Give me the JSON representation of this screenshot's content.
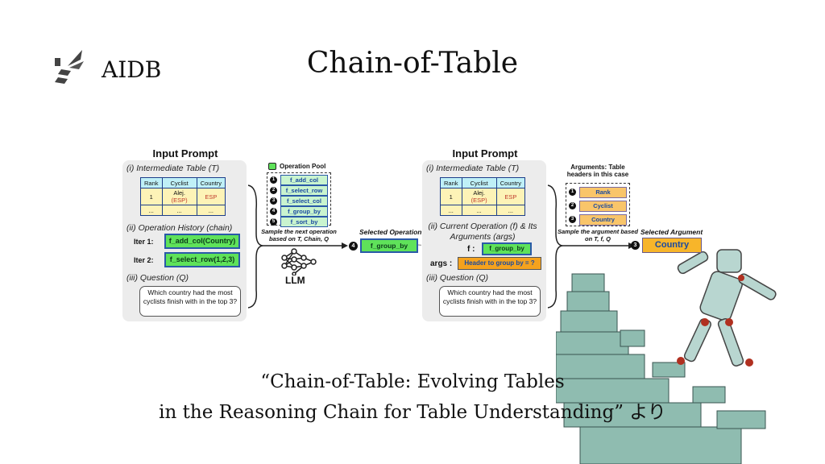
{
  "brand": {
    "name": "AIDB",
    "logo_icon": "bee-icon"
  },
  "title": "Chain-of-Table",
  "left_prompt": {
    "title": "Input Prompt",
    "table_label": "(i) Intermediate Table (T)",
    "table": {
      "headers": [
        "Rank",
        "Cyclist",
        "Country"
      ],
      "row": [
        "1",
        "Alej.",
        "(ESP)",
        "ESP"
      ],
      "ellipsis": [
        "...",
        "...",
        "..."
      ]
    },
    "history_label": "(ii) Operation History (chain)",
    "history": [
      {
        "label": "Iter 1:",
        "op": "f_add_col(Country)"
      },
      {
        "label": "Iter 2:",
        "op": "f_select_row(1,2,3)"
      }
    ],
    "question_label": "(iii) Question (Q)",
    "question": "Which country had the most cyclists finish with in the top 3?"
  },
  "operation_pool": {
    "title": "Operation Pool",
    "items": [
      "f_add_col",
      "f_select_row",
      "f_select_col",
      "f_group_by",
      "f_sort_by"
    ],
    "numbers": [
      "1",
      "2",
      "3",
      "4",
      "5"
    ],
    "sample_text": "Sample the next operation based on T, Chain, Q",
    "llm_label": "LLM"
  },
  "selected_operation": {
    "label": "Selected Operation",
    "step": "4",
    "value": "f_group_by"
  },
  "right_prompt": {
    "title": "Input Prompt",
    "table_label": "(i) Intermediate Table (T)",
    "current_label": "(ii) Current Operation (f) & Its Arguments (args)",
    "f_label": "f :",
    "f_value": "f_group_by",
    "args_label": "args :",
    "args_value": "Header to group by = ?",
    "question_label": "(iii) Question (Q)",
    "question": "Which country had the most cyclists finish with in the top 3?"
  },
  "arguments": {
    "title": "Arguments: Table headers in this case",
    "items": [
      "Rank",
      "Cyclist",
      "Country"
    ],
    "numbers": [
      "1",
      "2",
      "3"
    ],
    "sample_text": "Sample the argument based on T, f, Q"
  },
  "selected_argument": {
    "label": "Selected Argument",
    "step": "3",
    "value": "Country"
  },
  "caption": {
    "line1": "“Chain-of-Table: Evolving Tables",
    "line2": "in the Reasoning Chain for Table Understanding” より"
  }
}
